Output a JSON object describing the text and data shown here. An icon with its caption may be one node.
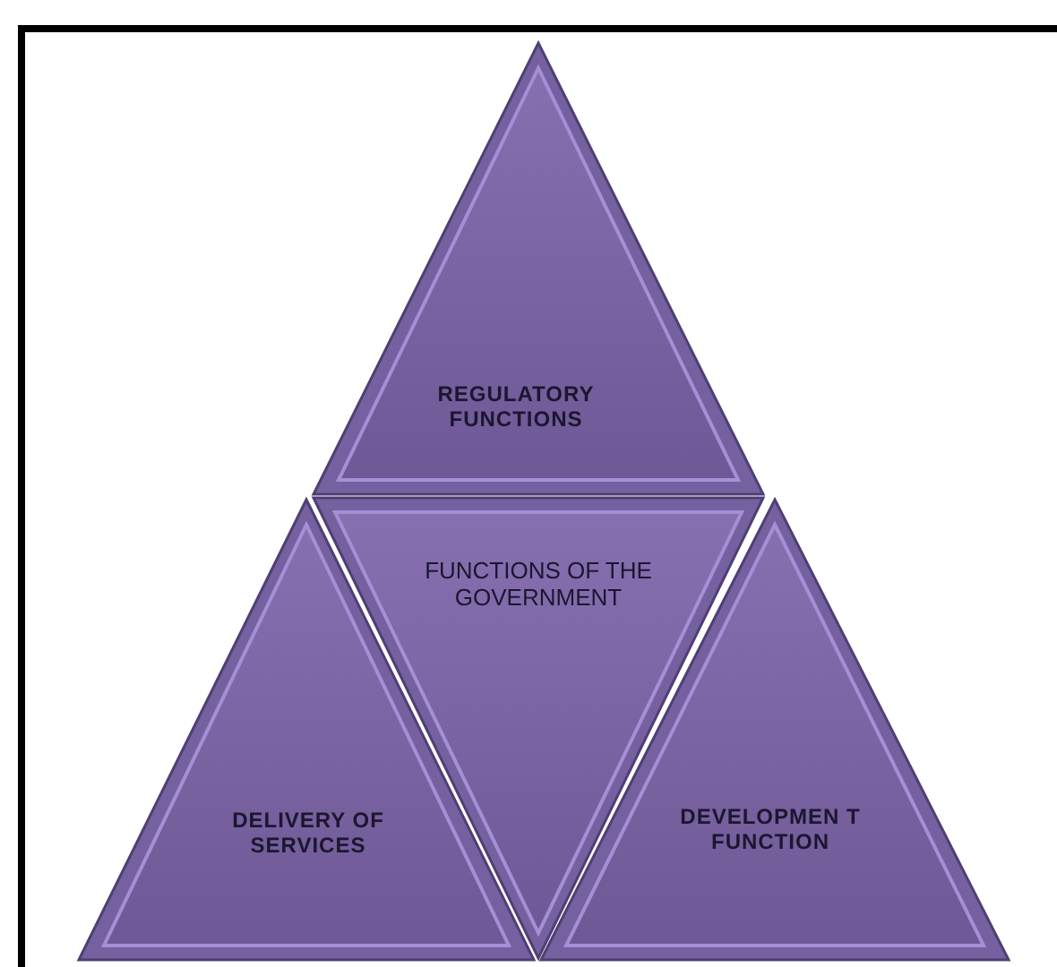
{
  "diagram": {
    "nodes": [
      {
        "text": [
          "REGULATORY FUNCTIONS"
        ]
      },
      {
        "text": [
          "DELIVERY OF SERVICES"
        ]
      },
      {
        "text": [
          "FUNCTIONS OF THE GOVERNMENT"
        ]
      },
      {
        "text": [
          "DEVELOPMEN T FUNCTION"
        ]
      }
    ]
  }
}
